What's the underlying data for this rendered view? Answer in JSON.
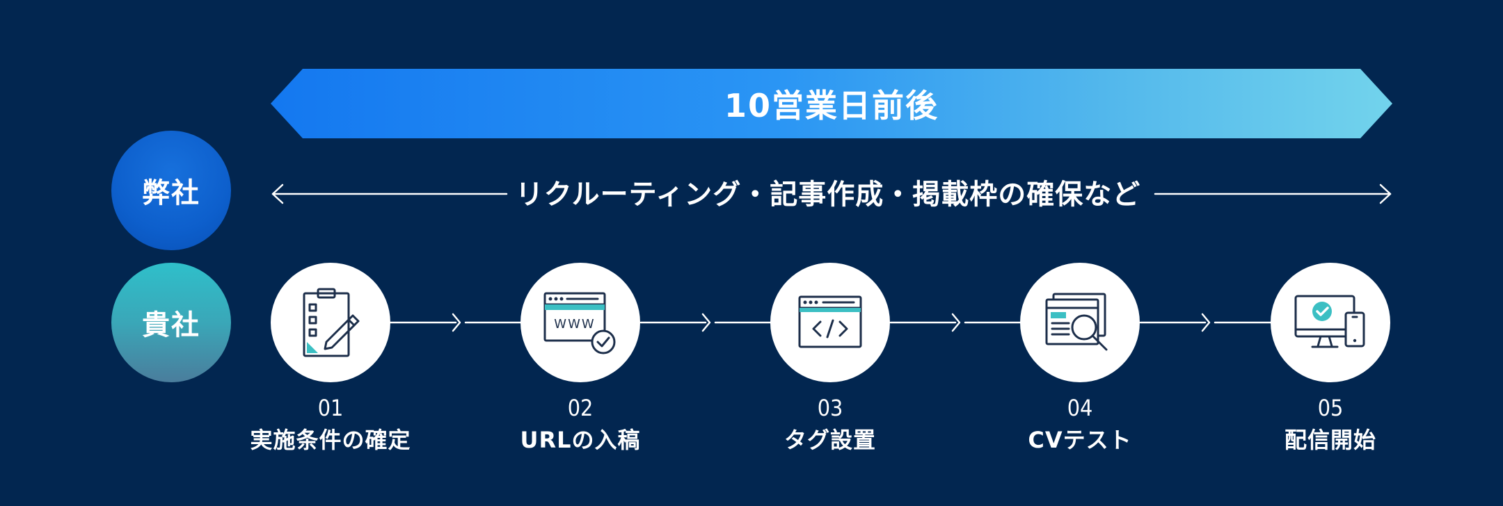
{
  "banner": {
    "text": "10営業日前後"
  },
  "rows": {
    "ours_label": "弊社",
    "yours_label": "貴社"
  },
  "middle": {
    "text": "リクルーティング・記事作成・掲載枠の確保など"
  },
  "steps": [
    {
      "num": "01",
      "label": "実施条件の確定",
      "icon": "clipboard-pencil-icon"
    },
    {
      "num": "02",
      "label": "URLの入稿",
      "icon": "browser-www-check-icon"
    },
    {
      "num": "03",
      "label": "タグ設置",
      "icon": "browser-code-icon"
    },
    {
      "num": "04",
      "label": "CVテスト",
      "icon": "browser-magnifier-icon"
    },
    {
      "num": "05",
      "label": "配信開始",
      "icon": "monitor-phone-check-icon"
    }
  ],
  "colors": {
    "background": "#022650",
    "icon_stroke": "#1c2e4a",
    "icon_accent": "#3bbfc3",
    "banner_start": "#1478f0",
    "banner_end": "#72d3ec"
  }
}
